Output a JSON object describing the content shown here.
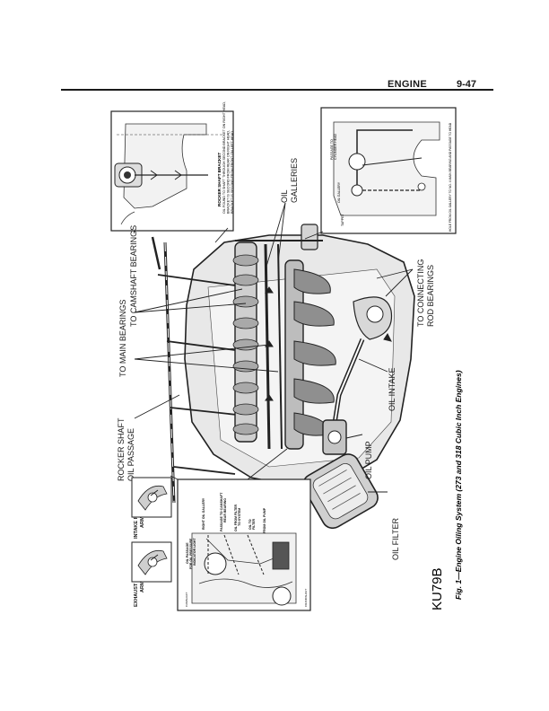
{
  "header": {
    "section": "ENGINE",
    "page": "9-47"
  },
  "caption": "Fig. 1—Engine Oiling System (273 and 318 Cubic Inch Engines)",
  "figure_code": "KU79B",
  "callouts": {
    "oil_galleries": [
      "OIL",
      "GALLERIES"
    ],
    "to_camshaft_bearings": "TO CAMSHAFT BEARINGS",
    "to_main_bearings": "TO MAIN BEARINGS",
    "rocker_shaft_oil_passage": [
      "ROCKER SHAFT",
      "OIL PASSAGE"
    ],
    "to_connecting_rod_bearings": [
      "TO CONNECTING",
      "ROD BEARINGS"
    ],
    "oil_intake": "OIL INTAKE",
    "oil_pump": "OIL PUMP",
    "oil_filter": "OIL FILTER",
    "exhaust_rocker_arms": [
      "EXHAUST ROCKER",
      "ARMS"
    ],
    "intake_rocker_arms": [
      "INTAKE ROCKER",
      "ARMS"
    ]
  },
  "inset_bracket": {
    "title": "ROCKER SHAFT BRACKET",
    "notes": [
      "OIL FOUND TO SHAFT THROUGH SECOND BRACKET ON RIGHT HEAD,",
      "BRACKET IS SECOND FROM REAR ON RIGHT HEAD,",
      "BRACKET IS SECOND FROM FRONT ON LEFT HEAD."
    ]
  },
  "inset_gallery": {
    "labels": [
      "PASSAGE TO",
      "CYLINDER HEAD",
      "OIL GALLERY",
      "TAPPET"
    ],
    "note": "HOLE FROM OIL GALLERY TO NO. 4 MAIN BEARING AND PASSAGE TO HEAD"
  },
  "inset_block": {
    "labels": [
      "OIL PASSAGE",
      "FOR OIL PRESSURE",
      "INDICATOR LIGHT",
      "RIGHT OIL GALLERY",
      "PASSAGE TO CAMSHAFT",
      "REAR BEARING",
      "OIL FROM FILTER",
      "TO SYSTEM",
      "OIL TO",
      "FILTER",
      "FROM OIL PUMP"
    ],
    "small": [
      "CAMSHAFT",
      "CRANKSHAFT"
    ]
  }
}
